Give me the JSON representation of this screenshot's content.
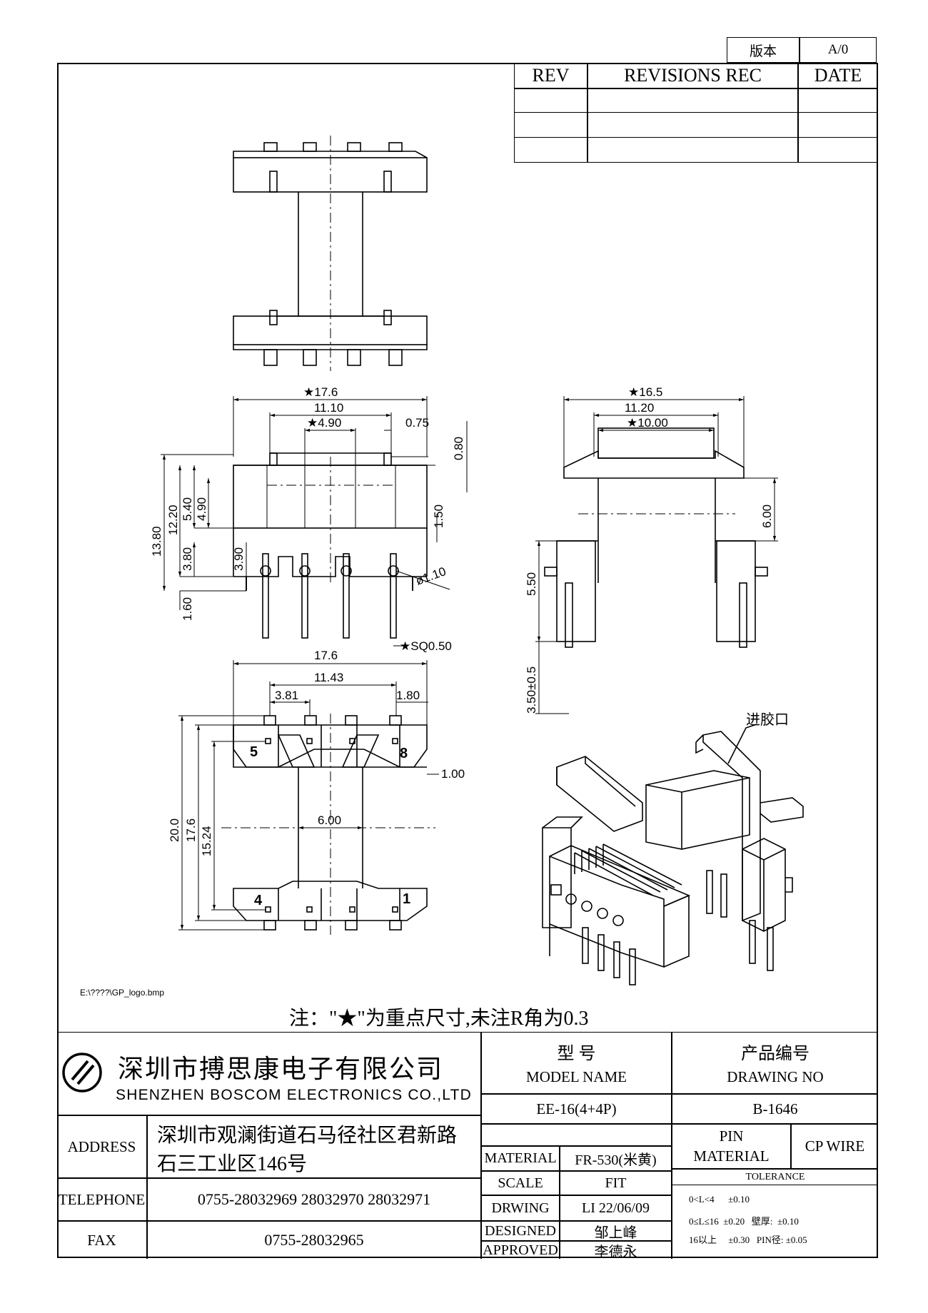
{
  "version": {
    "label": "版本",
    "value": "A/0"
  },
  "revisions": {
    "rev": "REV",
    "rec": "REVISIONS REC",
    "date": "DATE"
  },
  "note": "注：\"★\"为重点尺寸,未注R角为0.3",
  "logo_path": "E:\\????\\GP_logo.bmp",
  "gate_label": "进胶口",
  "company": {
    "cn": "深圳市搏思康电子有限公司",
    "en": "SHENZHEN BOSCOM ELECTRONICS CO.,LTD"
  },
  "address": {
    "label": "ADDRESS",
    "line1": "深圳市观澜街道石马径社区君新路",
    "line2": "石三工业区146号"
  },
  "telephone": {
    "label": "TELEPHONE",
    "value": "0755-28032969 28032970 28032971"
  },
  "fax": {
    "label": "FAX",
    "value": "0755-28032965"
  },
  "model": {
    "cn": "型    号",
    "en": "MODEL NAME",
    "value": "EE-16(4+4P)"
  },
  "drawing": {
    "cn": "产品编号",
    "en": "DRAWING NO",
    "value": "B-1646"
  },
  "material": {
    "label": "MATERIAL",
    "value": "FR-530(米黄)"
  },
  "scale": {
    "label": "SCALE",
    "value": "FIT"
  },
  "drwing": {
    "label": "DRWING",
    "value": "LI 22/06/09"
  },
  "designed": {
    "label": "DESIGNED",
    "value": "邹上峰"
  },
  "approved": {
    "label": "APPROVED",
    "value": "李德永"
  },
  "pin_material": {
    "label1": "PIN",
    "label2": "MATERIAL",
    "value": "CP WIRE"
  },
  "tolerance": {
    "title": "TOLERANCE",
    "r1": "0<L<4      ±0.10",
    "r2": "0≤L≤16  ±0.20   壁厚:  ±0.10",
    "r3": "16以上     ±0.30   PIN径: ±0.05"
  },
  "dims": {
    "A": "★17.6",
    "B": "11.10",
    "C": "★4.90",
    "D": "0.75",
    "E": "0.80",
    "F": "4.90",
    "G": "5.40",
    "H": "12.20",
    "I": "13.80",
    "J": "3.80",
    "K": "1.60",
    "L": "1.50",
    "M": "ø1.10",
    "N": "★SQ0.50",
    "F1": "3.90",
    "O": "★16.5",
    "P": "11.20",
    "Q": "★10.00",
    "R": "6.00",
    "S": "5.50",
    "S2": "3.50±0.5",
    "T": "17.6",
    "U": "11.43",
    "V": "3.81",
    "V1": "1.80",
    "V2": "1.00",
    "W": "6.00",
    "X": "20.0",
    "Y": "17.6",
    "Z": "15.24"
  },
  "pin_numbers": [
    "5",
    "8",
    "4",
    "1"
  ]
}
